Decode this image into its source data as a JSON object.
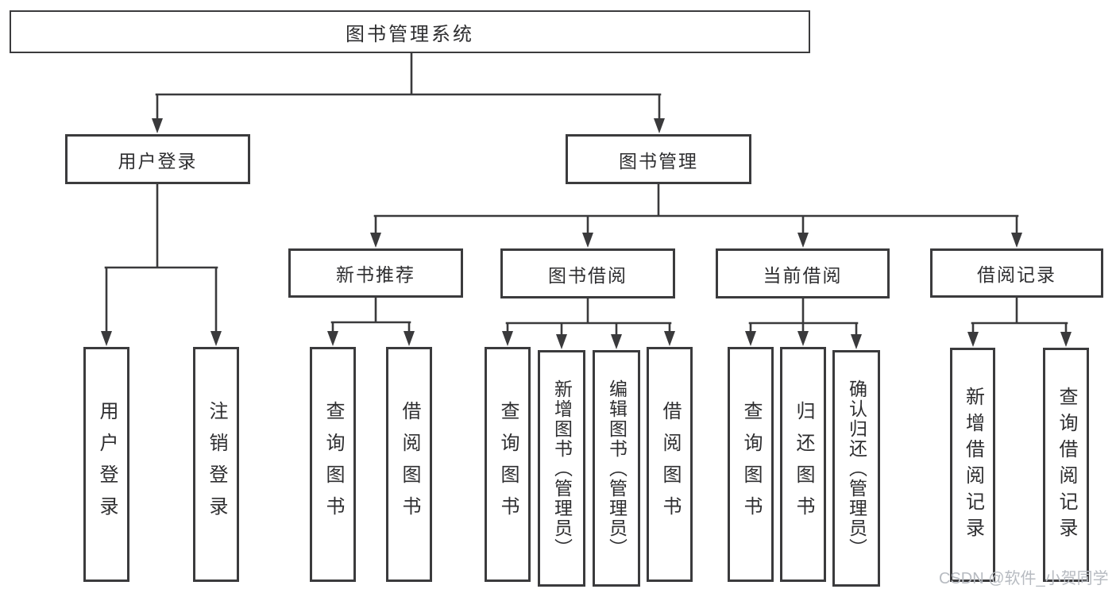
{
  "diagram_title": "图书管理系统",
  "watermark": "CSDN @软件_小贺同学",
  "colors": {
    "line": "#3a3a3c",
    "border": "#3b3b3d",
    "text": "#2e2e30",
    "bg": "#ffffff",
    "watermark": "#b7bbc1"
  },
  "tree": {
    "root": {
      "label": "图书管理系统",
      "children": [
        {
          "label": "用户登录",
          "children": [
            {
              "label": "用户登录"
            },
            {
              "label": "注销登录"
            }
          ]
        },
        {
          "label": "图书管理",
          "children": [
            {
              "label": "新书推荐",
              "children": [
                {
                  "label": "查询图书"
                },
                {
                  "label": "借阅图书"
                }
              ]
            },
            {
              "label": "图书借阅",
              "children": [
                {
                  "label": "查询图书"
                },
                {
                  "label": "新增图书（管理员）"
                },
                {
                  "label": "编辑图书（管理员）"
                },
                {
                  "label": "借阅图书"
                }
              ]
            },
            {
              "label": "当前借阅",
              "children": [
                {
                  "label": "查询图书"
                },
                {
                  "label": "归还图书"
                },
                {
                  "label": "确认归还（管理员）"
                }
              ]
            },
            {
              "label": "借阅记录",
              "children": [
                {
                  "label": "新增借阅记录"
                },
                {
                  "label": "查询借阅记录"
                }
              ]
            }
          ]
        }
      ]
    }
  }
}
